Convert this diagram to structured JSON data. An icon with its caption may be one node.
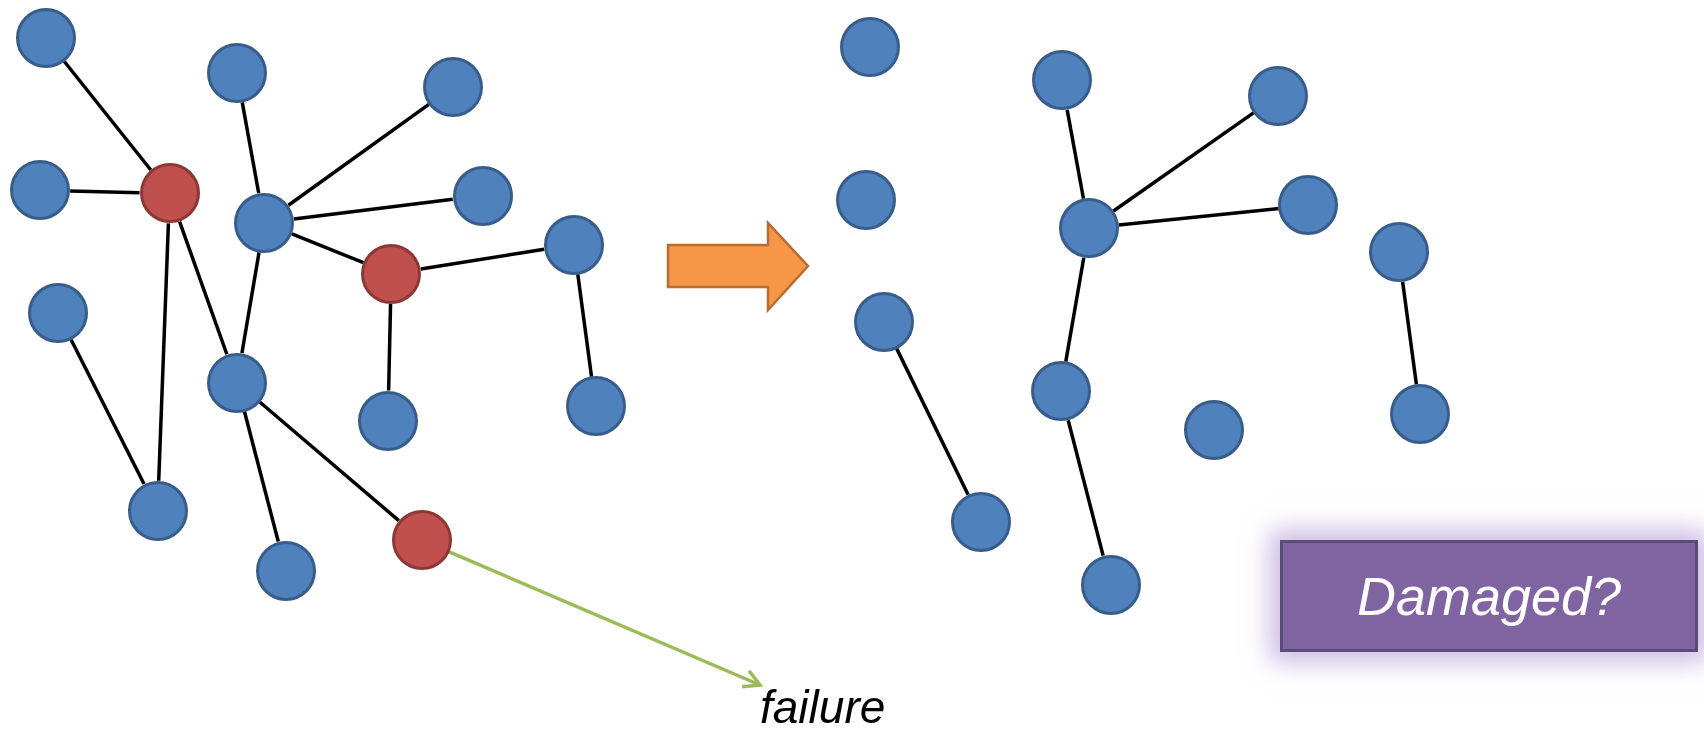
{
  "diagram": {
    "nodes": [
      {
        "text": [],
        "shape": "circle"
      },
      {
        "text": [],
        "shape": "circle"
      },
      {
        "text": [],
        "shape": "circle"
      },
      {
        "text": [],
        "shape": "circle"
      },
      {
        "text": [],
        "shape": "circle"
      },
      {
        "text": [],
        "shape": "circle"
      },
      {
        "text": [],
        "shape": "circle"
      },
      {
        "text": [],
        "shape": "circle"
      },
      {
        "text": [],
        "shape": "circle"
      },
      {
        "text": [],
        "shape": "circle"
      },
      {
        "text": [],
        "shape": "circle"
      },
      {
        "text": [],
        "shape": "circle"
      },
      {
        "text": [],
        "shape": "circle"
      },
      {
        "text": [],
        "shape": "circle"
      },
      {
        "text": [],
        "shape": "circle"
      },
      {
        "text": [],
        "shape": "circle"
      },
      {
        "text": [],
        "shape": "circle"
      },
      {
        "text": [],
        "shape": "circle"
      },
      {
        "text": [],
        "shape": "circle"
      },
      {
        "text": [],
        "shape": "circle"
      },
      {
        "text": [],
        "shape": "circle"
      },
      {
        "text": [],
        "shape": "circle"
      },
      {
        "text": [],
        "shape": "circle"
      },
      {
        "text": [],
        "shape": "circle"
      },
      {
        "text": [],
        "shape": "circle"
      },
      {
        "text": [],
        "shape": "circle"
      },
      {
        "text": [],
        "shape": "circle"
      },
      {
        "text": [],
        "shape": "circle"
      },
      {
        "text": [],
        "shape": "circle"
      },
      {
        "text": [
          "failure"
        ]
      },
      {
        "text": [
          "Damaged?"
        ]
      }
    ],
    "edges": [
      {
        "from": 1,
        "to": 4,
        "arrow": "none"
      },
      {
        "from": 0,
        "to": 4,
        "arrow": "none"
      },
      {
        "from": 4,
        "to": 3,
        "arrow": "none"
      },
      {
        "from": 4,
        "to": 6,
        "arrow": "none"
      },
      {
        "from": 2,
        "to": 3,
        "arrow": "none"
      },
      {
        "from": 5,
        "to": 7,
        "arrow": "none"
      },
      {
        "from": 7,
        "to": 12,
        "arrow": "none"
      },
      {
        "from": 7,
        "to": 13,
        "arrow": "none"
      },
      {
        "from": 7,
        "to": 10,
        "arrow": "none"
      },
      {
        "from": 10,
        "to": 14,
        "arrow": "none"
      },
      {
        "from": 10,
        "to": 9,
        "arrow": "none"
      },
      {
        "from": 14,
        "to": 15,
        "arrow": "none"
      },
      {
        "from": 7,
        "to": 6,
        "arrow": "none"
      },
      {
        "from": 6,
        "to": 8,
        "arrow": "none"
      },
      {
        "from": 6,
        "to": 11,
        "arrow": "none"
      },
      {
        "from": 11,
        "to": 29,
        "arrow": "to",
        "color": "#9bbb59"
      },
      {
        "from": 21,
        "to": 22,
        "arrow": "none"
      },
      {
        "from": 22,
        "to": 25,
        "arrow": "none"
      },
      {
        "from": 22,
        "to": 26,
        "arrow": "none"
      },
      {
        "from": 22,
        "to": 20,
        "arrow": "none"
      },
      {
        "from": 20,
        "to": 23,
        "arrow": "none"
      },
      {
        "from": 18,
        "to": 19,
        "arrow": "none"
      },
      {
        "from": 27,
        "to": 28,
        "arrow": "none"
      }
    ]
  }
}
